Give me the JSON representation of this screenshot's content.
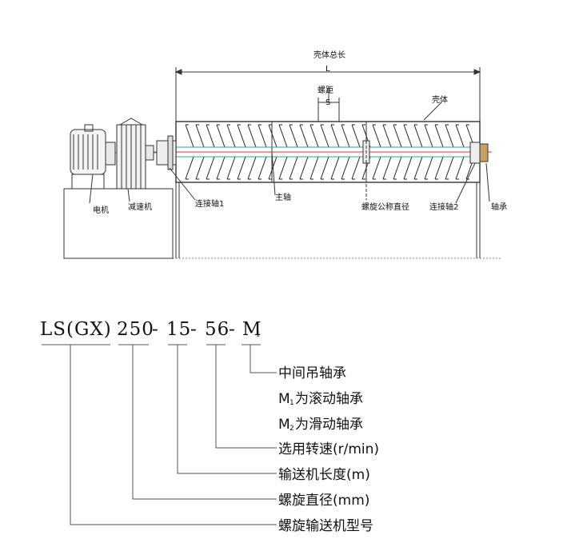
{
  "machine_labels": {
    "total_length": "壳体总长",
    "length_symbol": "L",
    "pitch": "螺距",
    "pitch_symbol": "S",
    "casing": "壳体",
    "motor": "电机",
    "reducer": "减速机",
    "connecting_shaft_1": "连接轴1",
    "main_shaft": "主轴",
    "nominal_diameter": "螺旋公称直径",
    "connecting_shaft_2": "连接轴2",
    "bearing": "轴承"
  },
  "model_code": {
    "prefix": "LS(GX)",
    "diameter": "250",
    "sep1": "-",
    "length": "15",
    "sep2": "-",
    "speed": "56",
    "sep3": "-",
    "bearing_letter": "M",
    "bearing_sub": "1"
  },
  "legend": {
    "hanger_bearing": "中间吊轴承",
    "m1_letter": "M",
    "m1_sub": "1",
    "m1_text": "为滚动轴承",
    "m2_letter": "M",
    "m2_sub": "2",
    "m2_text": "为滑动轴承",
    "speed": "选用转速(r/min)",
    "length": "输送机长度(m)",
    "diameter": "螺旋直径(mm)",
    "model": "螺旋输送机型号"
  }
}
